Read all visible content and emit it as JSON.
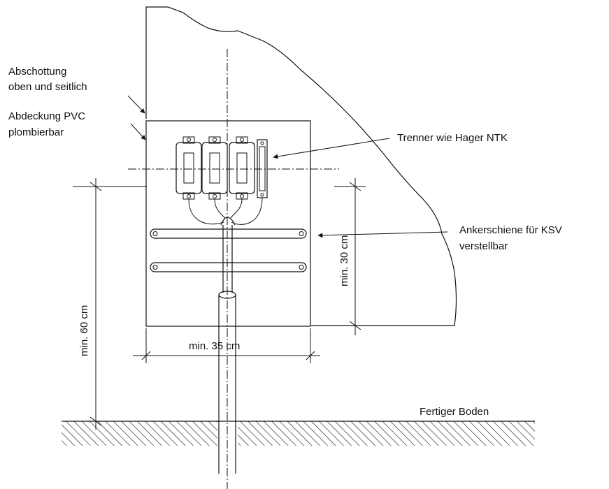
{
  "labels": {
    "shield_line1": "Abschottung",
    "shield_line2": "oben und seitlich",
    "cover_line1": "Abdeckung PVC",
    "cover_line2": "plombierbar",
    "disconnector": "Trenner wie Hager NTK",
    "rail_line1": "Ankerschiene für KSV",
    "rail_line2": "verstellbar",
    "dim_height_total": "min. 60 cm",
    "dim_height_box": "min. 30 cm",
    "dim_width_box": "min. 35 cm",
    "floor": "Fertiger Boden"
  }
}
